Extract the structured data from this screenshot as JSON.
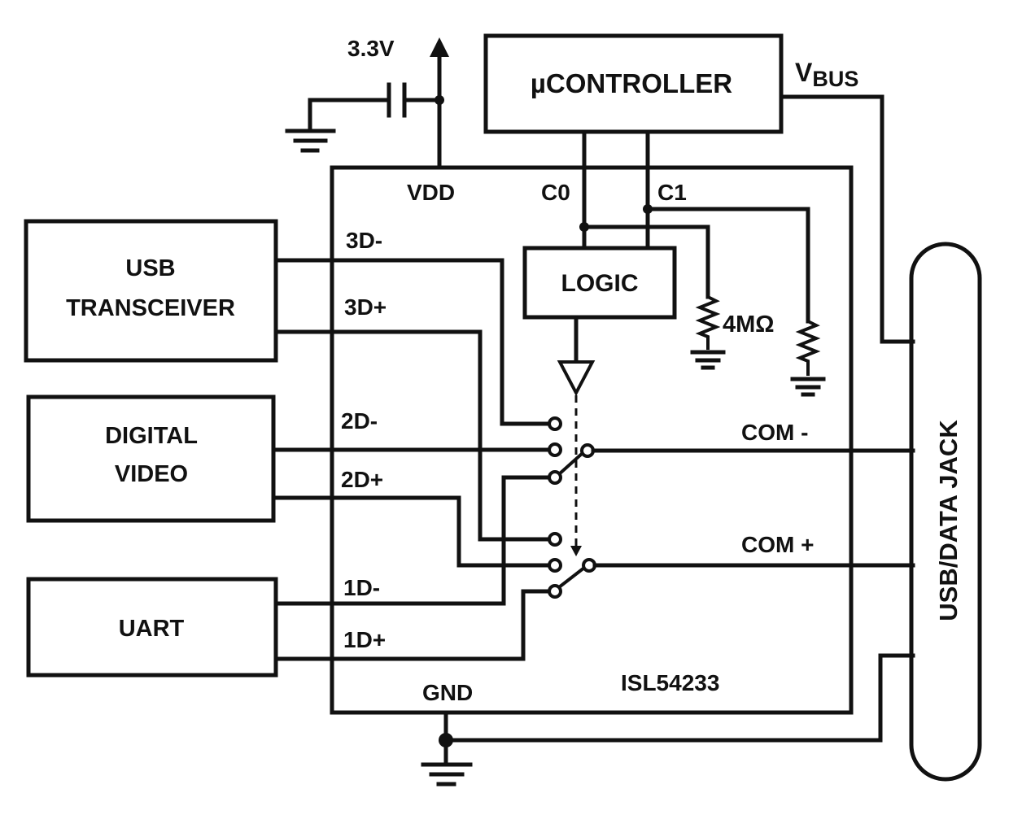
{
  "supply": {
    "label": "3.3V"
  },
  "controller": {
    "label": "µCONTROLLER"
  },
  "vbus": {
    "main": "V",
    "sub": "BUS"
  },
  "chip": {
    "name": "ISL54233",
    "vdd": "VDD",
    "gnd": "GND",
    "c0": "C0",
    "c1": "C1",
    "logic": "LOGIC",
    "resistor": "4MΩ",
    "com_minus": "COM -",
    "com_plus": "COM +"
  },
  "pins": {
    "p3dm": "3D-",
    "p3dp": "3D+",
    "p2dm": "2D-",
    "p2dp": "2D+",
    "p1dm": "1D-",
    "p1dp": "1D+"
  },
  "blocks": {
    "usb_line1": "USB",
    "usb_line2": "TRANSCEIVER",
    "video_line1": "DIGITAL",
    "video_line2": "VIDEO",
    "uart": "UART"
  },
  "jack": {
    "label": "USB/DATA JACK"
  }
}
